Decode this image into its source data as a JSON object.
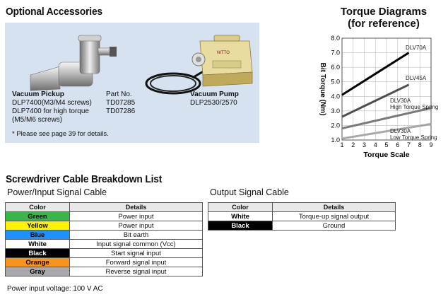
{
  "accessories": {
    "title": "Optional Accessories",
    "pickup": {
      "name": "Vacuum Pickup",
      "models": [
        "DLP7400(M3/M4 screws)",
        "DLP7400 for high torque",
        "(M5/M6 screws)"
      ],
      "part_header": "Part No.",
      "parts": [
        "TD07285",
        "TD07286"
      ],
      "note": "* Please see page 39 for details."
    },
    "pump": {
      "name": "Vacuum Pump",
      "models": "DLP2530/2570",
      "brand": "NITTO"
    }
  },
  "torque": {
    "title1": "Torque Diagrams",
    "title2": "(for reference)"
  },
  "chart_data": {
    "type": "line",
    "xlabel": "Torque Scale",
    "ylabel": "Bit Torque (Nm)",
    "xlim": [
      1,
      9
    ],
    "ylim": [
      1.0,
      8.0
    ],
    "x_ticks": [
      "1",
      "2",
      "3",
      "4",
      "5",
      "6",
      "7",
      "8",
      "9"
    ],
    "y_ticks": [
      "1.0",
      "2.0",
      "3.0",
      "4.0",
      "5.0",
      "6.0",
      "7.0",
      "8.0"
    ],
    "grid": true,
    "series": [
      {
        "name": "DLV70A",
        "x": [
          1,
          7
        ],
        "y": [
          4.1,
          7.0
        ],
        "color": "#000000",
        "label_lines": [
          "DLV70A"
        ]
      },
      {
        "name": "DLV45A",
        "x": [
          1,
          7
        ],
        "y": [
          2.6,
          4.8
        ],
        "color": "#4d4d4d",
        "label_lines": [
          "DLV45A"
        ]
      },
      {
        "name": "DLV30A High Torque Spring",
        "x": [
          1,
          9
        ],
        "y": [
          1.8,
          3.2
        ],
        "color": "#7a7a7a",
        "label_lines": [
          "DLV30A",
          "High Torque Spring"
        ]
      },
      {
        "name": "DLV30A Low Torque Spring",
        "x": [
          1,
          9
        ],
        "y": [
          1.1,
          2.1
        ],
        "color": "#a8a8a8",
        "label_lines": [
          "DLV30A",
          "Low Torque Spring"
        ]
      }
    ]
  },
  "cables": {
    "title": "Screwdriver Cable Breakdown List",
    "power": {
      "title": "Power/Input Signal Cable",
      "headers": [
        "Color",
        "Details"
      ],
      "rows": [
        {
          "color": "Green",
          "details": "Power input",
          "bg": "#39b54a",
          "fg": "#000000"
        },
        {
          "color": "Yellow",
          "details": "Power input",
          "bg": "#fff200",
          "fg": "#000000"
        },
        {
          "color": "Blue",
          "details": "Bit earth",
          "bg": "#1e90ff",
          "fg": "#000000"
        },
        {
          "color": "White",
          "details": "Input signal common (Vcc)",
          "bg": "#ffffff",
          "fg": "#000000"
        },
        {
          "color": "Black",
          "details": "Start signal input",
          "bg": "#000000",
          "fg": "#ffffff"
        },
        {
          "color": "Orange",
          "details": "Forward signal input",
          "bg": "#f7941d",
          "fg": "#000000"
        },
        {
          "color": "Gray",
          "details": "Reverse signal input",
          "bg": "#a7a9ac",
          "fg": "#000000"
        }
      ],
      "footnote": "Power input voltage: 100 V AC"
    },
    "output": {
      "title": "Output Signal Cable",
      "headers": [
        "Color",
        "Details"
      ],
      "rows": [
        {
          "color": "White",
          "details": "Torque-up signal output",
          "bg": "#ffffff",
          "fg": "#000000"
        },
        {
          "color": "Black",
          "details": "Ground",
          "bg": "#000000",
          "fg": "#ffffff"
        }
      ]
    }
  }
}
